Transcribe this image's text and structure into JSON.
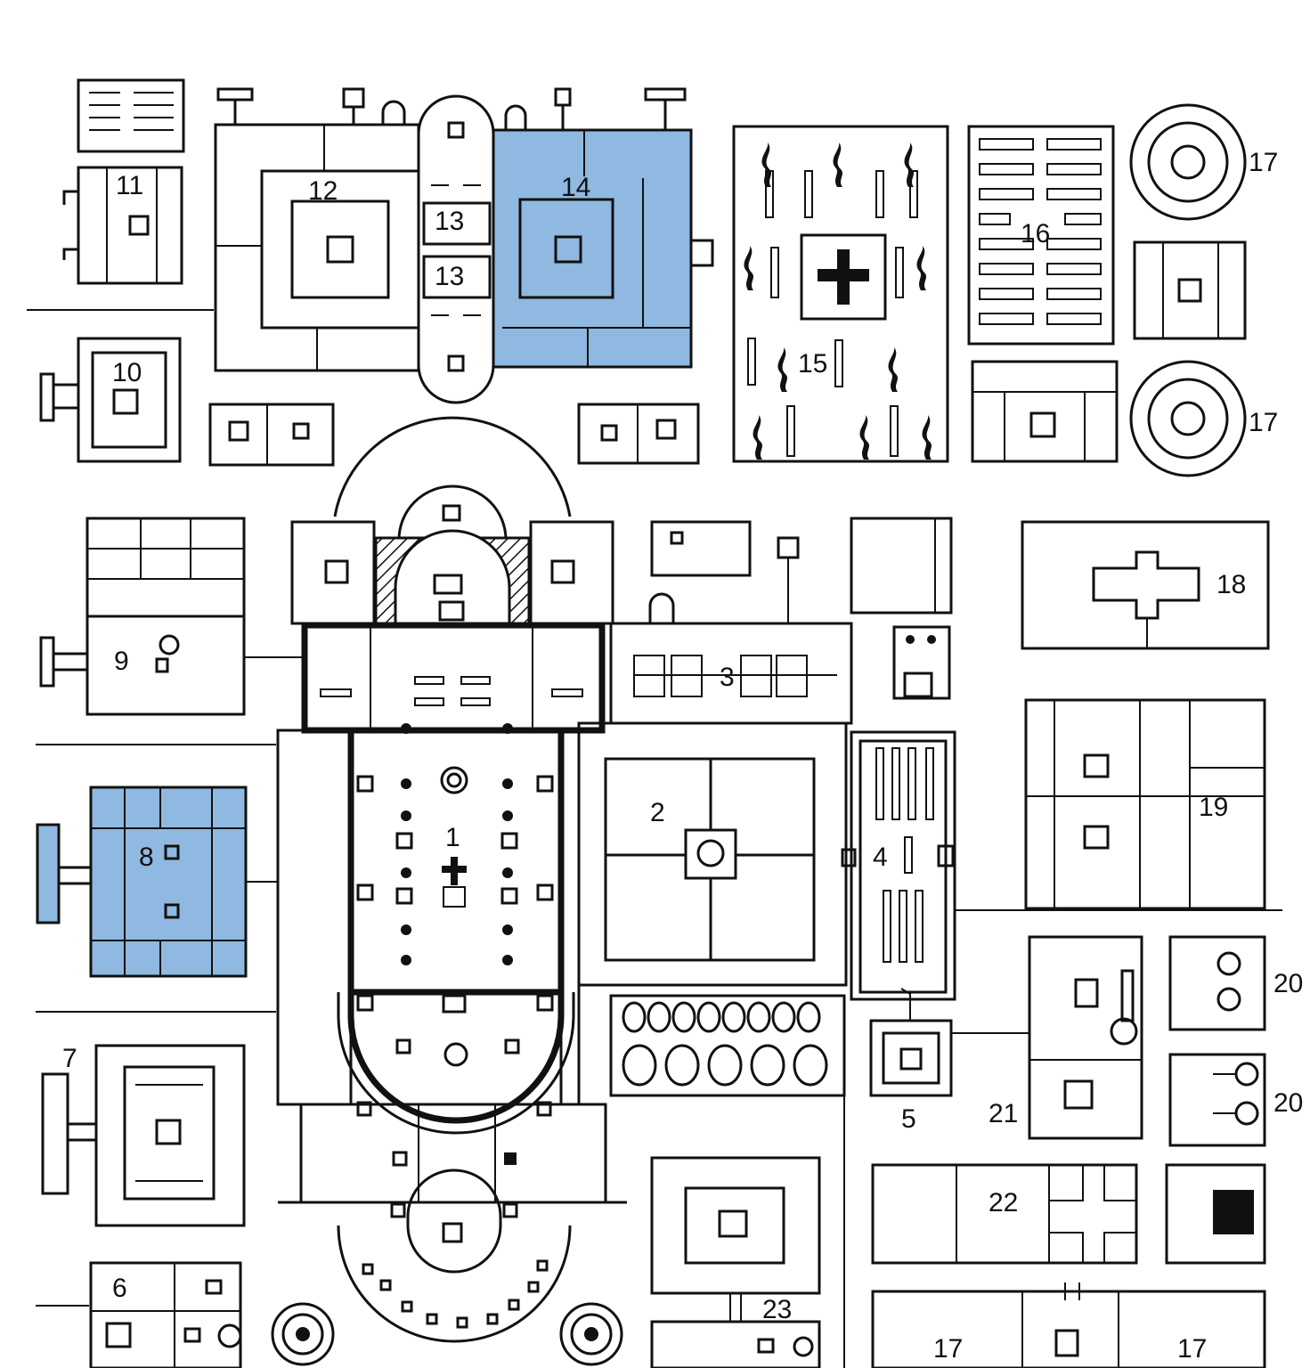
{
  "colors": {
    "highlight": "#8fb9e0",
    "ink": "#111111",
    "paper": "#ffffff"
  },
  "labels": {
    "n1": "1",
    "n2": "2",
    "n3": "3",
    "n4": "4",
    "n5": "5",
    "n6": "6",
    "n7": "7",
    "n8": "8",
    "n9": "9",
    "n10": "10",
    "n11": "11",
    "n12": "12",
    "n13a": "13",
    "n13b": "13",
    "n14": "14",
    "n15": "15",
    "n16": "16",
    "n17a": "17",
    "n17b": "17",
    "n17c": "17",
    "n17d": "17",
    "n18": "18",
    "n19": "19",
    "n20a": "20",
    "n20b": "20",
    "n21": "21",
    "n22": "22",
    "n23": "23"
  }
}
